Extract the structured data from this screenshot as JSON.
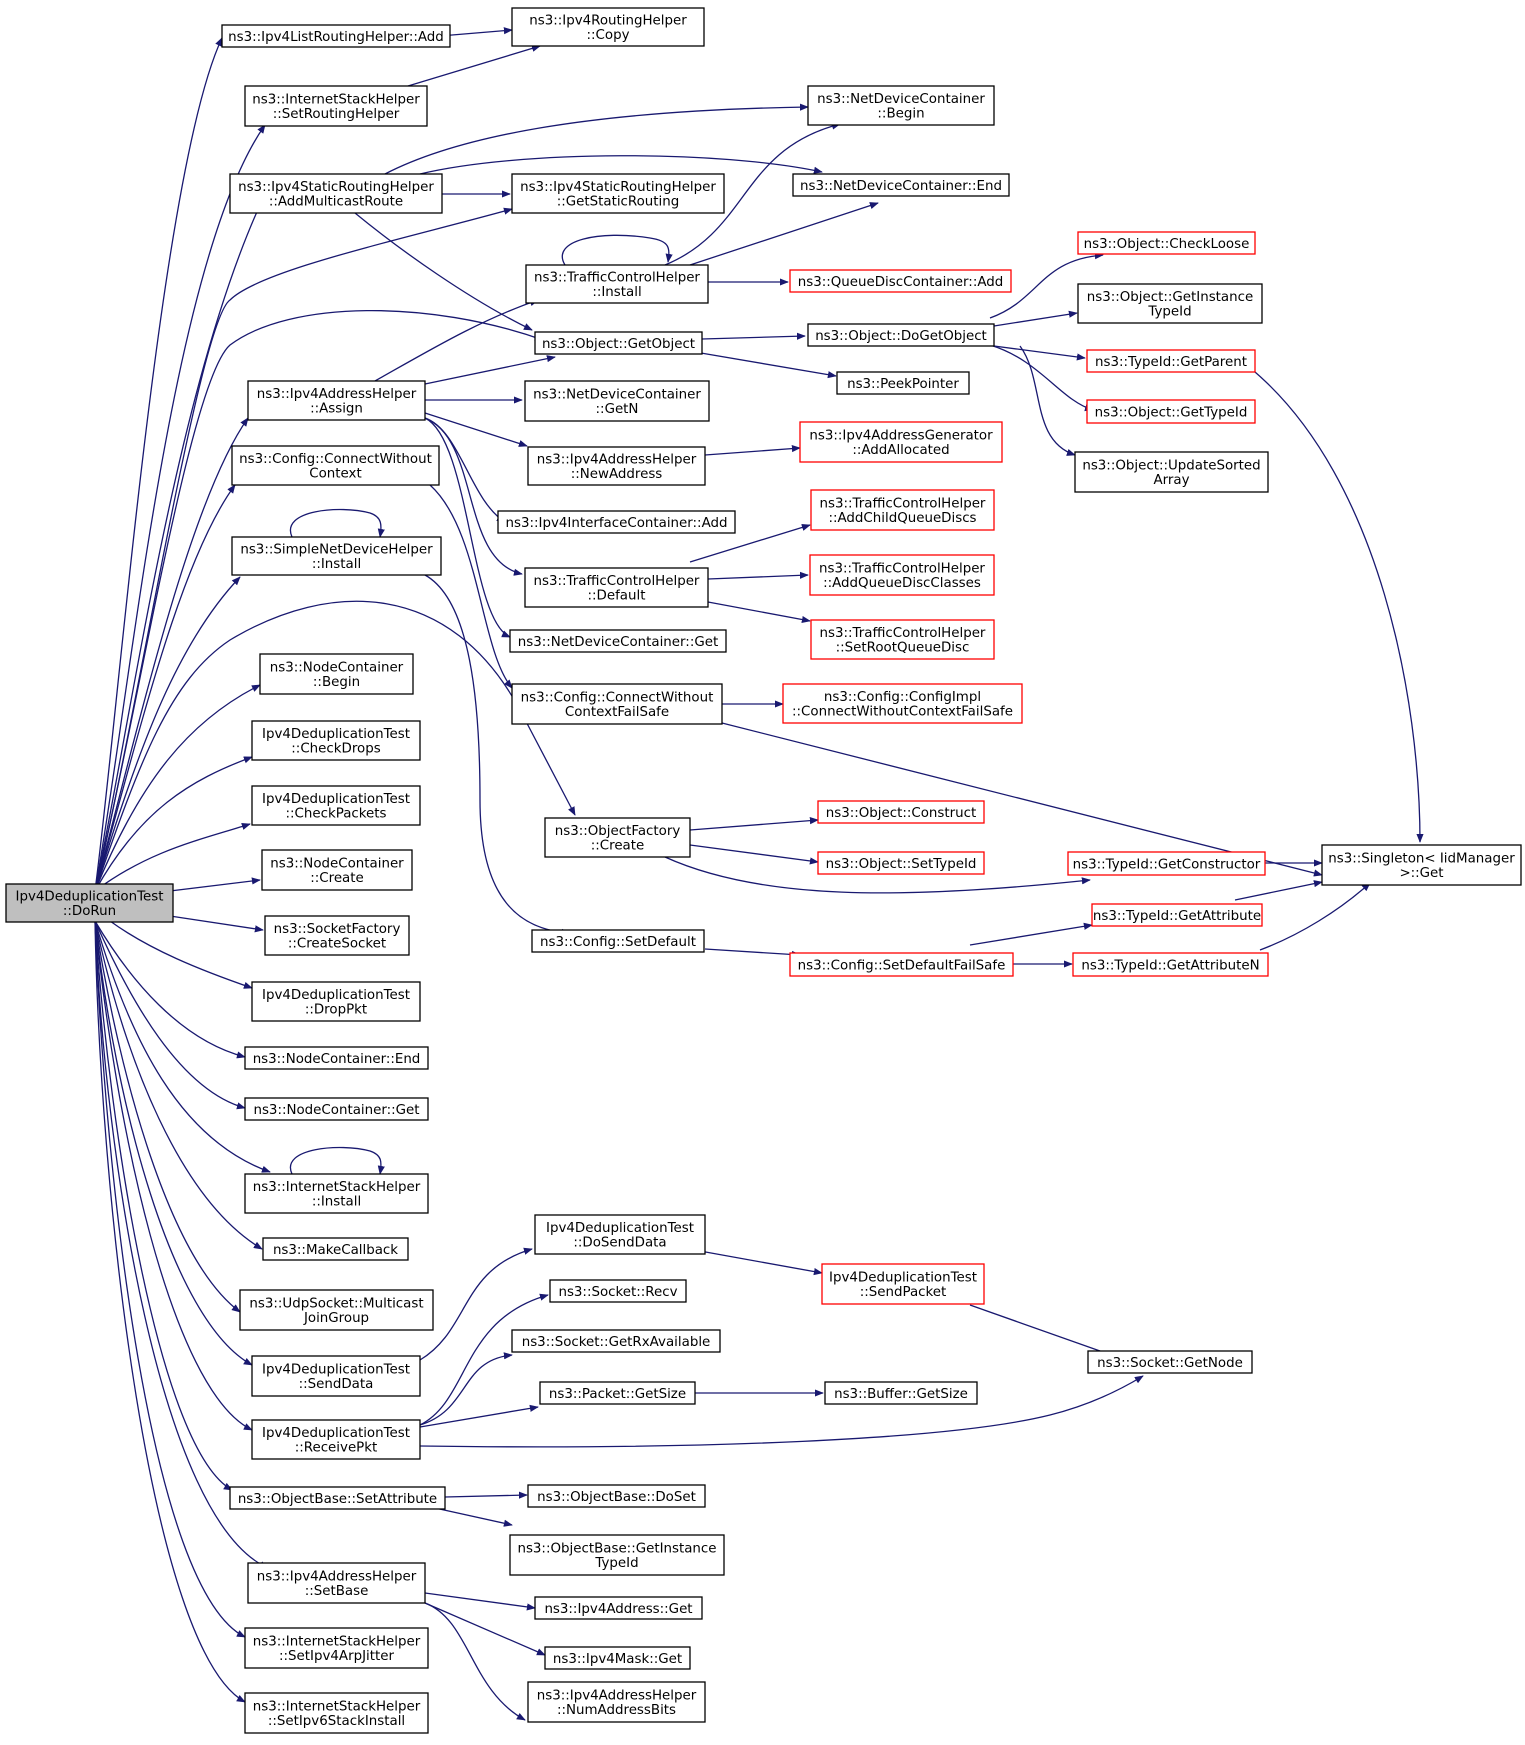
{
  "colors": {
    "edge": "#191970",
    "box_normal": "#000000",
    "box_truncated": "#ff0000",
    "root_fill": "#bfbfbf",
    "fill": "#ffffff"
  },
  "nodes": [
    {
      "id": "root",
      "lines": [
        "Ipv4DeduplicationTest",
        "::DoRun"
      ],
      "style": "root"
    },
    {
      "id": "lrh_add",
      "lines": [
        "ns3::Ipv4ListRoutingHelper::Add"
      ],
      "style": "normal"
    },
    {
      "id": "rh_copy",
      "lines": [
        "ns3::Ipv4RoutingHelper",
        "::Copy"
      ],
      "style": "normal"
    },
    {
      "id": "ish_setrh",
      "lines": [
        "ns3::InternetStackHelper",
        "::SetRoutingHelper"
      ],
      "style": "normal"
    },
    {
      "id": "ndc_begin",
      "lines": [
        "ns3::NetDeviceContainer",
        "::Begin"
      ],
      "style": "normal"
    },
    {
      "id": "srh_amr",
      "lines": [
        "ns3::Ipv4StaticRoutingHelper",
        "::AddMulticastRoute"
      ],
      "style": "normal"
    },
    {
      "id": "srh_gsr",
      "lines": [
        "ns3::Ipv4StaticRoutingHelper",
        "::GetStaticRouting"
      ],
      "style": "normal"
    },
    {
      "id": "ndc_end",
      "lines": [
        "ns3::NetDeviceContainer::End"
      ],
      "style": "normal"
    },
    {
      "id": "obj_cl",
      "lines": [
        "ns3::Object::CheckLoose"
      ],
      "style": "truncated"
    },
    {
      "id": "tch_install",
      "lines": [
        "ns3::TrafficControlHelper",
        "::Install"
      ],
      "style": "normal"
    },
    {
      "id": "qdc_add",
      "lines": [
        "ns3::QueueDiscContainer::Add"
      ],
      "style": "truncated"
    },
    {
      "id": "obj_git",
      "lines": [
        "ns3::Object::GetInstance",
        "TypeId"
      ],
      "style": "normal"
    },
    {
      "id": "obj_go",
      "lines": [
        "ns3::Object::GetObject"
      ],
      "style": "normal"
    },
    {
      "id": "obj_dgo",
      "lines": [
        "ns3::Object::DoGetObject"
      ],
      "style": "normal"
    },
    {
      "id": "tid_gp",
      "lines": [
        "ns3::TypeId::GetParent"
      ],
      "style": "truncated"
    },
    {
      "id": "peek",
      "lines": [
        "ns3::PeekPointer"
      ],
      "style": "normal"
    },
    {
      "id": "aah_assign",
      "lines": [
        "ns3::Ipv4AddressHelper",
        "::Assign"
      ],
      "style": "normal"
    },
    {
      "id": "ndc_getn",
      "lines": [
        "ns3::NetDeviceContainer",
        "::GetN"
      ],
      "style": "normal"
    },
    {
      "id": "obj_gti",
      "lines": [
        "ns3::Object::GetTypeId"
      ],
      "style": "truncated"
    },
    {
      "id": "aag_aa",
      "lines": [
        "ns3::Ipv4AddressGenerator",
        "::AddAllocated"
      ],
      "style": "truncated"
    },
    {
      "id": "aah_na",
      "lines": [
        "ns3::Ipv4AddressHelper",
        "::NewAddress"
      ],
      "style": "normal"
    },
    {
      "id": "obj_usa",
      "lines": [
        "ns3::Object::UpdateSorted",
        "Array"
      ],
      "style": "normal"
    },
    {
      "id": "cfg_cwc",
      "lines": [
        "ns3::Config::ConnectWithout",
        "Context"
      ],
      "style": "normal"
    },
    {
      "id": "tch_acqd",
      "lines": [
        "ns3::TrafficControlHelper",
        "::AddChildQueueDiscs"
      ],
      "style": "truncated"
    },
    {
      "id": "iic_add",
      "lines": [
        "ns3::Ipv4InterfaceContainer::Add"
      ],
      "style": "normal"
    },
    {
      "id": "sndh_install",
      "lines": [
        "ns3::SimpleNetDeviceHelper",
        "::Install"
      ],
      "style": "normal"
    },
    {
      "id": "tch_aqdc",
      "lines": [
        "ns3::TrafficControlHelper",
        "::AddQueueDiscClasses"
      ],
      "style": "truncated"
    },
    {
      "id": "tch_default",
      "lines": [
        "ns3::TrafficControlHelper",
        "::Default"
      ],
      "style": "normal"
    },
    {
      "id": "tch_srqd",
      "lines": [
        "ns3::TrafficControlHelper",
        "::SetRootQueueDisc"
      ],
      "style": "truncated"
    },
    {
      "id": "ndc_get",
      "lines": [
        "ns3::NetDeviceContainer::Get"
      ],
      "style": "normal"
    },
    {
      "id": "nc_begin",
      "lines": [
        "ns3::NodeContainer",
        "::Begin"
      ],
      "style": "normal"
    },
    {
      "id": "cfg_cwcfs",
      "lines": [
        "ns3::Config::ConnectWithout",
        "ContextFailSafe"
      ],
      "style": "normal"
    },
    {
      "id": "cfgi_cwcfs",
      "lines": [
        "ns3::Config::ConfigImpl",
        "::ConnectWithoutContextFailSafe"
      ],
      "style": "truncated"
    },
    {
      "id": "idt_cd",
      "lines": [
        "Ipv4DeduplicationTest",
        "::CheckDrops"
      ],
      "style": "normal"
    },
    {
      "id": "idt_cp",
      "lines": [
        "Ipv4DeduplicationTest",
        "::CheckPackets"
      ],
      "style": "normal"
    },
    {
      "id": "obj_construct",
      "lines": [
        "ns3::Object::Construct"
      ],
      "style": "truncated"
    },
    {
      "id": "of_create",
      "lines": [
        "ns3::ObjectFactory",
        "::Create"
      ],
      "style": "normal"
    },
    {
      "id": "nc_create",
      "lines": [
        "ns3::NodeContainer",
        "::Create"
      ],
      "style": "normal"
    },
    {
      "id": "obj_sti",
      "lines": [
        "ns3::Object::SetTypeId"
      ],
      "style": "truncated"
    },
    {
      "id": "tid_gc",
      "lines": [
        "ns3::TypeId::GetConstructor"
      ],
      "style": "truncated"
    },
    {
      "id": "singleton",
      "lines": [
        "ns3::Singleton< IidManager",
        ">::Get"
      ],
      "style": "normal"
    },
    {
      "id": "sf_cs",
      "lines": [
        "ns3::SocketFactory",
        "::CreateSocket"
      ],
      "style": "normal"
    },
    {
      "id": "tid_ga",
      "lines": [
        "ns3::TypeId::GetAttribute"
      ],
      "style": "truncated"
    },
    {
      "id": "cfg_sd",
      "lines": [
        "ns3::Config::SetDefault"
      ],
      "style": "normal"
    },
    {
      "id": "cfg_sdfs",
      "lines": [
        "ns3::Config::SetDefaultFailSafe"
      ],
      "style": "truncated"
    },
    {
      "id": "tid_gan",
      "lines": [
        "ns3::TypeId::GetAttributeN"
      ],
      "style": "truncated"
    },
    {
      "id": "idt_dp",
      "lines": [
        "Ipv4DeduplicationTest",
        "::DropPkt"
      ],
      "style": "normal"
    },
    {
      "id": "nc_end",
      "lines": [
        "ns3::NodeContainer::End"
      ],
      "style": "normal"
    },
    {
      "id": "nc_get",
      "lines": [
        "ns3::NodeContainer::Get"
      ],
      "style": "normal"
    },
    {
      "id": "ish_install",
      "lines": [
        "ns3::InternetStackHelper",
        "::Install"
      ],
      "style": "normal"
    },
    {
      "id": "mcb",
      "lines": [
        "ns3::MakeCallback"
      ],
      "style": "normal"
    },
    {
      "id": "idt_dsd",
      "lines": [
        "Ipv4DeduplicationTest",
        "::DoSendData"
      ],
      "style": "normal"
    },
    {
      "id": "idt_sp",
      "lines": [
        "Ipv4DeduplicationTest",
        "::SendPacket"
      ],
      "style": "truncated"
    },
    {
      "id": "sock_recv",
      "lines": [
        "ns3::Socket::Recv"
      ],
      "style": "normal"
    },
    {
      "id": "udp_mjg",
      "lines": [
        "ns3::UdpSocket::Multicast",
        "JoinGroup"
      ],
      "style": "normal"
    },
    {
      "id": "sock_gra",
      "lines": [
        "ns3::Socket::GetRxAvailable"
      ],
      "style": "normal"
    },
    {
      "id": "sock_gn",
      "lines": [
        "ns3::Socket::GetNode"
      ],
      "style": "normal"
    },
    {
      "id": "idt_sd",
      "lines": [
        "Ipv4DeduplicationTest",
        "::SendData"
      ],
      "style": "normal"
    },
    {
      "id": "pkt_gs",
      "lines": [
        "ns3::Packet::GetSize"
      ],
      "style": "normal"
    },
    {
      "id": "buf_gs",
      "lines": [
        "ns3::Buffer::GetSize"
      ],
      "style": "normal"
    },
    {
      "id": "idt_rp",
      "lines": [
        "Ipv4DeduplicationTest",
        "::ReceivePkt"
      ],
      "style": "normal"
    },
    {
      "id": "ob_sa",
      "lines": [
        "ns3::ObjectBase::SetAttribute"
      ],
      "style": "normal"
    },
    {
      "id": "ob_ds",
      "lines": [
        "ns3::ObjectBase::DoSet"
      ],
      "style": "normal"
    },
    {
      "id": "ob_git",
      "lines": [
        "ns3::ObjectBase::GetInstance",
        "TypeId"
      ],
      "style": "normal"
    },
    {
      "id": "aah_sb",
      "lines": [
        "ns3::Ipv4AddressHelper",
        "::SetBase"
      ],
      "style": "normal"
    },
    {
      "id": "addr_get",
      "lines": [
        "ns3::Ipv4Address::Get"
      ],
      "style": "normal"
    },
    {
      "id": "ish_sajit",
      "lines": [
        "ns3::InternetStackHelper",
        "::SetIpv4ArpJitter"
      ],
      "style": "normal"
    },
    {
      "id": "mask_get",
      "lines": [
        "ns3::Ipv4Mask::Get"
      ],
      "style": "normal"
    },
    {
      "id": "aah_nab",
      "lines": [
        "ns3::Ipv4AddressHelper",
        "::NumAddressBits"
      ],
      "style": "normal"
    },
    {
      "id": "ish_s6si",
      "lines": [
        "ns3::InternetStackHelper",
        "::SetIpv6StackInstall"
      ],
      "style": "normal"
    }
  ]
}
